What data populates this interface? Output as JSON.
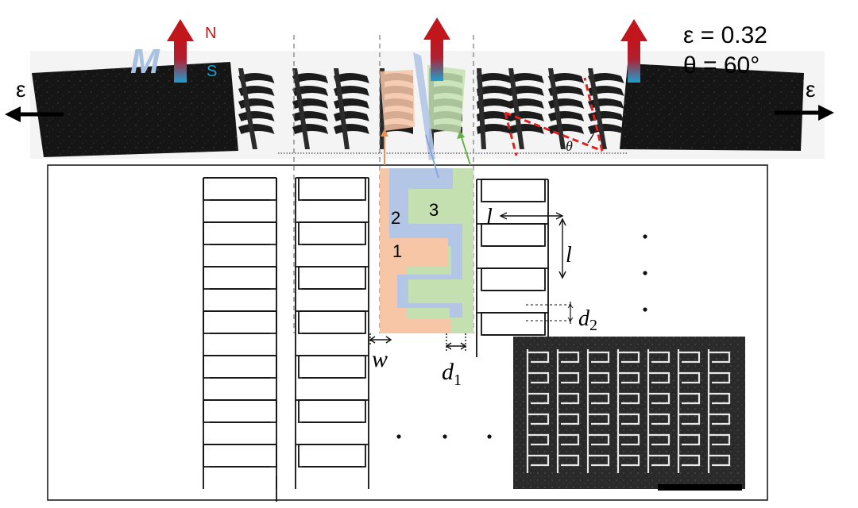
{
  "labels": {
    "strain_left": "ε",
    "strain_right": "ε",
    "strain_value": "ε = 0.32",
    "angle_value": "θ = 60°",
    "magnet_symbol": "M",
    "north": "N",
    "south": "S",
    "theta": "θ",
    "segment_1": "1",
    "segment_2": "2",
    "segment_3": "3",
    "length_top": "l",
    "length_side": "l",
    "gap_d2": "d",
    "gap_d2_sub": "2",
    "width_w": "w",
    "gap_d1": "d",
    "gap_d1_sub": "1"
  },
  "colors": {
    "segment_1": "#f6c6a6",
    "segment_2": "#b4c6e6",
    "segment_3": "#c4e0b0",
    "arrow_top": "#c0161c",
    "arrow_bottom": "#1e9fd0",
    "north": "#c0161c",
    "south": "#1e9fd0",
    "magnet_M": "#a9c2e2",
    "theta_line": "#e02020"
  }
}
